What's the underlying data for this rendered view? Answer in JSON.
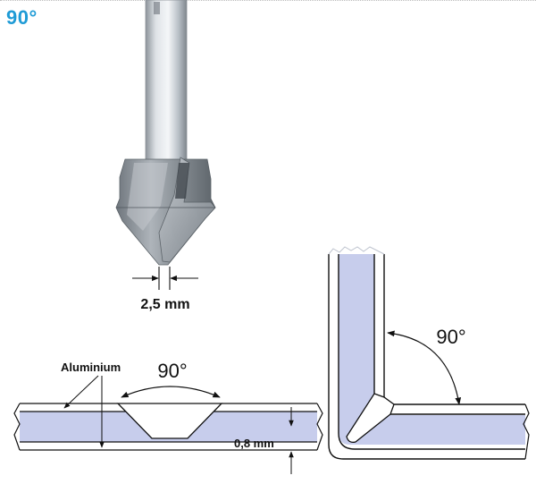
{
  "heading": {
    "text": "90°",
    "color": "#1f9bd6"
  },
  "router_bit": {
    "tip_width_label": "2,5 mm",
    "colors": {
      "shank": "#c9cfd6",
      "head": "#9aa1a8"
    }
  },
  "groove_section": {
    "material_label": "Aluminium",
    "angle_label": "90°",
    "thickness_label": "0,8 mm",
    "core_color": "#c7cdec"
  },
  "folded_panel": {
    "angle_label": "90°",
    "core_color": "#c7cdec"
  }
}
